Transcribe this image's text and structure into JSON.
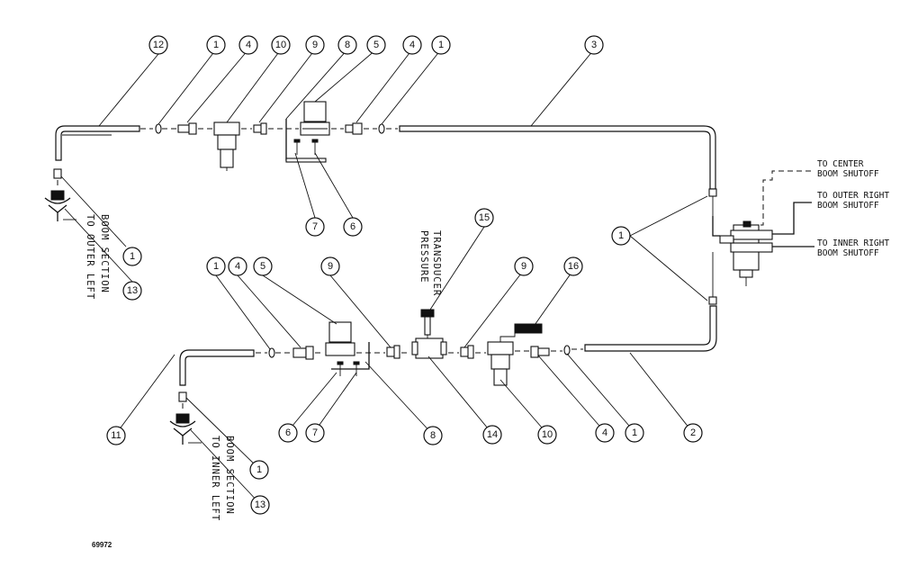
{
  "callouts": {
    "top_12": "12",
    "top_1a": "1",
    "top_4a": "4",
    "top_10": "10",
    "top_9": "9",
    "top_8": "8",
    "top_5": "5",
    "top_4b": "4",
    "top_1b": "1",
    "top_3": "3",
    "top_7": "7",
    "top_6": "6",
    "left_1": "1",
    "left_13": "13",
    "right_1": "1",
    "mid_1a": "1",
    "mid_4a": "4",
    "mid_5": "5",
    "mid_9a": "9",
    "mid_15": "15",
    "mid_9b": "9",
    "mid_16": "16",
    "bot_11": "11",
    "bot_6": "6",
    "bot_7": "7",
    "bot_8": "8",
    "bot_14": "14",
    "bot_10": "10",
    "bot_4": "4",
    "bot_1a": "1",
    "bot_2": "2",
    "bot_1b": "1",
    "bot_13": "13"
  },
  "labels": {
    "center_line1": "TO CENTER",
    "center_line2": "BOOM SHUTOFF",
    "outer_right_line1": "TO OUTER RIGHT",
    "outer_right_line2": "BOOM SHUTOFF",
    "inner_right_line1": "TO INNER RIGHT",
    "inner_right_line2": "BOOM SHUTOFF",
    "outer_left_line1": "TO OUTER LEFT",
    "outer_left_line2": "BOOM SECTION",
    "inner_left_line1": "TO INNER LEFT",
    "inner_left_line2": "BOOM SECTION",
    "pressure_line1": "PRESSURE",
    "pressure_line2": "TRANSDUCER",
    "figure_number": "69972"
  }
}
